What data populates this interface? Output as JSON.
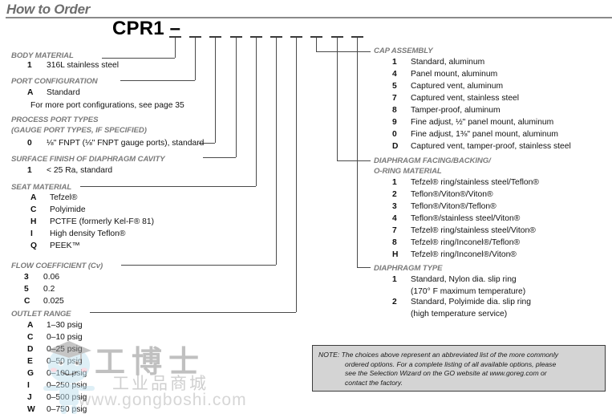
{
  "header": {
    "title": "How to Order",
    "model": "CPR1 –"
  },
  "left_groups": [
    {
      "id": "body-material",
      "heading": "BODY MATERIAL",
      "options": [
        {
          "code": "1",
          "desc": "316L stainless steel"
        }
      ]
    },
    {
      "id": "port-configuration",
      "heading": "PORT CONFIGURATION",
      "options": [
        {
          "code": "A",
          "desc": "Standard"
        }
      ],
      "note": "For more port configurations, see page 35"
    },
    {
      "id": "process-port-types",
      "heading": "PROCESS PORT TYPES",
      "heading_line2": "(GAUGE PORT TYPES, IF SPECIFIED)",
      "options": [
        {
          "code": "0",
          "desc": "⅛\" FNPT (⅛\" FNPT gauge ports), standard"
        }
      ]
    },
    {
      "id": "surface-finish",
      "heading": "SURFACE FINISH OF DIAPHRAGM CAVITY",
      "options": [
        {
          "code": "1",
          "desc": "< 25 Ra, standard"
        }
      ]
    },
    {
      "id": "seat-material",
      "heading": "SEAT MATERIAL",
      "options": [
        {
          "code": "A",
          "desc": "Tefzel®"
        },
        {
          "code": "C",
          "desc": "Polyimide"
        },
        {
          "code": "H",
          "desc": "PCTFE (formerly Kel-F® 81)"
        },
        {
          "code": "I",
          "desc": "High density Teflon®"
        },
        {
          "code": "Q",
          "desc": "PEEK™"
        }
      ]
    },
    {
      "id": "flow-coefficient",
      "heading": "FLOW COEFFICIENT (Cv)",
      "options": [
        {
          "code": "3",
          "desc": "0.06"
        },
        {
          "code": "5",
          "desc": "0.2"
        },
        {
          "code": "C",
          "desc": "0.025"
        }
      ]
    },
    {
      "id": "outlet-range",
      "heading": "OUTLET RANGE",
      "options": [
        {
          "code": "A",
          "desc": "1–30 psig"
        },
        {
          "code": "C",
          "desc": "0–10 psig"
        },
        {
          "code": "D",
          "desc": "0–25 psig"
        },
        {
          "code": "E",
          "desc": "0–50 psig"
        },
        {
          "code": "G",
          "desc": "0–100 psig"
        },
        {
          "code": "I",
          "desc": "0–250 psig"
        },
        {
          "code": "J",
          "desc": "0–500 psig"
        },
        {
          "code": "W",
          "desc": "0–750 psig"
        }
      ]
    }
  ],
  "right_groups": [
    {
      "id": "cap-assembly",
      "heading": "CAP ASSEMBLY",
      "options": [
        {
          "code": "1",
          "desc": "Standard, aluminum"
        },
        {
          "code": "4",
          "desc": "Panel mount, aluminum"
        },
        {
          "code": "5",
          "desc": "Captured vent, aluminum"
        },
        {
          "code": "7",
          "desc": "Captured vent, stainless steel"
        },
        {
          "code": "8",
          "desc": "Tamper-proof, aluminum"
        },
        {
          "code": "9",
          "desc": "Fine adjust, ½\" panel mount, aluminum"
        },
        {
          "code": "0",
          "desc": "Fine adjust, 1⅜\" panel mount, aluminum"
        },
        {
          "code": "D",
          "desc": "Captured vent, tamper-proof, stainless steel"
        }
      ]
    },
    {
      "id": "diaphragm-facing-backing",
      "heading": "DIAPHRAGM FACING/BACKING/",
      "heading_line2": "O-RING MATERIAL",
      "options": [
        {
          "code": "1",
          "desc": "Tefzel® ring/stainless steel/Teflon®"
        },
        {
          "code": "2",
          "desc": "Teflon®/Viton®/Viton®"
        },
        {
          "code": "3",
          "desc": "Teflon®/Viton®/Teflon®"
        },
        {
          "code": "4",
          "desc": "Teflon®/stainless steel/Viton®"
        },
        {
          "code": "7",
          "desc": "Tefzel® ring/stainless steel/Viton®"
        },
        {
          "code": "8",
          "desc": "Tefzel® ring/Inconel®/Teflon®"
        },
        {
          "code": "H",
          "desc": "Tefzel® ring/Inconel®/Viton®"
        }
      ]
    },
    {
      "id": "diaphragm-type",
      "heading": "DIAPHRAGM TYPE",
      "options": [
        {
          "code": "1",
          "desc": "Standard, Nylon dia. slip ring",
          "cont": "(170° F maximum temperature)"
        },
        {
          "code": "2",
          "desc": "Standard, Polyimide dia. slip ring",
          "cont": "(high temperature service)"
        }
      ]
    }
  ],
  "note": {
    "label": "NOTE:",
    "line1": "The choices above represent an abbreviated list of the more commonly",
    "line2": "ordered options. For a complete listing of all available options, please",
    "line3": "see the Selection Wizard on the GO website at www.goreg.com or",
    "line4": "contact  the factory."
  },
  "watermark": {
    "cn_main": "工博士",
    "cn_sub": "工业品商城",
    "url": "www.gongboshi.com"
  }
}
